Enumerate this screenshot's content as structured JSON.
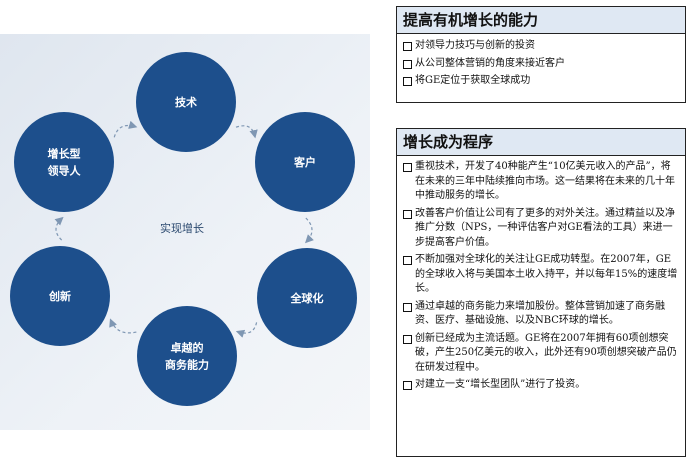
{
  "diagram": {
    "center_label": "实现增长",
    "nodes": [
      {
        "id": "tech",
        "lines": [
          "技术"
        ]
      },
      {
        "id": "customer",
        "lines": [
          "客户"
        ]
      },
      {
        "id": "global",
        "lines": [
          "全球化"
        ]
      },
      {
        "id": "excellence",
        "lines": [
          "卓越的",
          "商务能力"
        ]
      },
      {
        "id": "innovation",
        "lines": [
          "创新"
        ]
      },
      {
        "id": "leader",
        "lines": [
          "增长型",
          "领导人"
        ]
      }
    ],
    "colors": {
      "node_fill": "#1d4f8c",
      "arrow": "#7f97b3"
    }
  },
  "box1": {
    "title": "提高有机增长的能力",
    "items": [
      "对领导力技巧与创新的投资",
      "从公司整体营销的角度来接近客户",
      "将GE定位于获取全球成功"
    ]
  },
  "box2": {
    "title": "增长成为程序",
    "items": [
      "重视技术，开发了40种能产生“10亿美元收入的产品”，将在未来的三年中陆续推向市场。这一结果将在未来的几十年中推动服务的增长。",
      "改善客户价值让公司有了更多的对外关注。通过精益以及净推广分数（NPS，一种评估客户对GE看法的工具）来进一步提高客户价值。",
      "不断加强对全球化的关注让GE成功转型。在2007年，GE的全球收入将与美国本土收入持平，并以每年15%的速度增长。",
      "通过卓越的商务能力来增加股份。整体营销加速了商务融资、医疗、基础设施、以及NBC环球的增长。",
      "创新已经成为主流话题。GE将在2007年拥有60项创想突破，产生250亿美元的收入，此外还有90项创想突破产品仍在研发过程中。",
      "对建立一支“增长型团队”进行了投资。"
    ]
  }
}
